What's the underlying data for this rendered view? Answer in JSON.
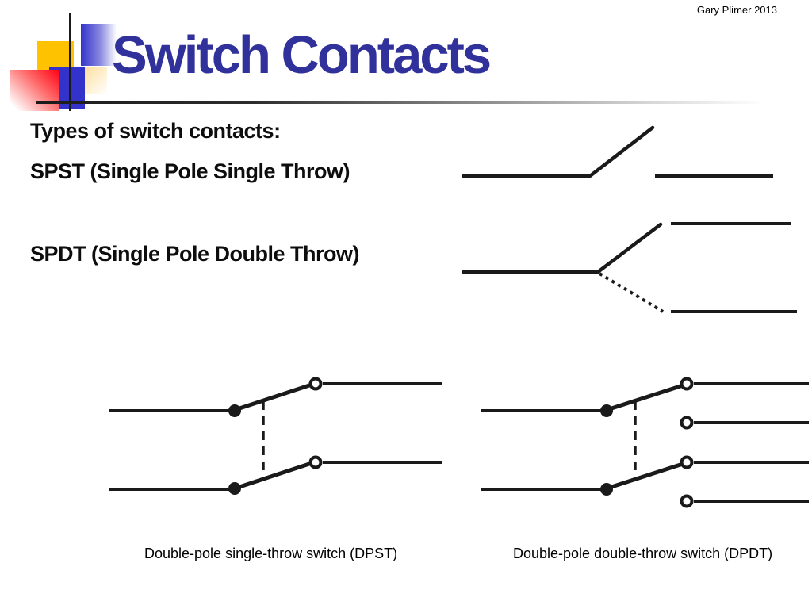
{
  "slide": {
    "attribution": "Gary Plimer 2013",
    "title": "Switch Contacts",
    "intro": "Types of switch contacts:",
    "spst_label": "SPST (Single Pole Single Throw)",
    "spdt_label": "SPDT (Single Pole Double Throw)",
    "dpst_caption": "Double-pole single-throw switch (DPST)",
    "dpdt_caption": "Double-pole double-throw switch (DPDT)"
  },
  "colors": {
    "title_color": "#31319B",
    "text_color": "#0D0D0D",
    "line_color": "#1A1A1A",
    "accent_yellow": "#FFC200",
    "accent_blue": "#3333CC",
    "accent_red": "#FF0013"
  }
}
